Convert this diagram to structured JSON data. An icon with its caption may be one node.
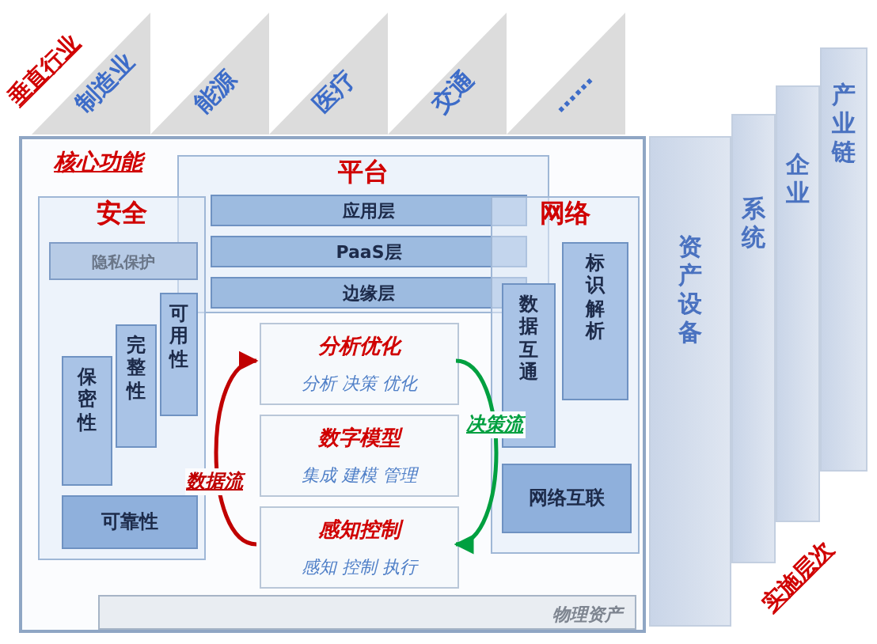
{
  "diagram": {
    "nodes": [
      {
        "text": [
          "制造业"
        ]
      },
      {
        "text": [
          "能源"
        ]
      },
      {
        "text": [
          "医疗"
        ]
      },
      {
        "text": [
          "交通"
        ]
      },
      {
        "text": [
          "……"
        ]
      },
      {
        "text": [
          "核心功能"
        ]
      },
      {
        "text": [
          "平台"
        ],
        "in": 5
      },
      {
        "text": [
          "应用层"
        ],
        "in": 6
      },
      {
        "text": [
          "PaaS层"
        ],
        "in": 6
      },
      {
        "text": [
          "边缘层"
        ],
        "in": 6
      },
      {
        "text": [
          "安全"
        ],
        "in": 5
      },
      {
        "text": [
          "隐私保护"
        ],
        "in": 10
      },
      {
        "text": [
          "可用性"
        ],
        "in": 10
      },
      {
        "text": [
          "完整性"
        ],
        "in": 10
      },
      {
        "text": [
          "保密性"
        ],
        "in": 10
      },
      {
        "text": [
          "可靠性"
        ],
        "in": 10
      },
      {
        "text": [
          "网络"
        ],
        "in": 5
      },
      {
        "text": [
          "标识解析"
        ],
        "in": 16
      },
      {
        "text": [
          "数据互通"
        ],
        "in": 16
      },
      {
        "text": [
          "网络互联"
        ],
        "in": 16
      },
      {
        "text": [
          "分析优化",
          "分析 决策 优化"
        ],
        "in": 5
      },
      {
        "text": [
          "数字模型",
          "集成 建模 管理"
        ],
        "in": 5
      },
      {
        "text": [
          "感知控制",
          "感知 控制 执行"
        ],
        "in": 5
      },
      {
        "text": [
          "物理资产"
        ],
        "in": 5
      },
      {
        "text": [
          "资产设备"
        ]
      },
      {
        "text": [
          "系统"
        ]
      },
      {
        "text": [
          "企业"
        ]
      },
      {
        "text": [
          "产业链"
        ]
      }
    ],
    "edges": [
      {
        "from": 22,
        "to": 20,
        "arrow": "to",
        "label": "数据流",
        "color": "#c00000"
      },
      {
        "from": 20,
        "to": 22,
        "arrow": "to",
        "label": "决策流",
        "color": "#00a040"
      }
    ],
    "labels": [
      "垂直行业",
      "实施层次"
    ]
  }
}
